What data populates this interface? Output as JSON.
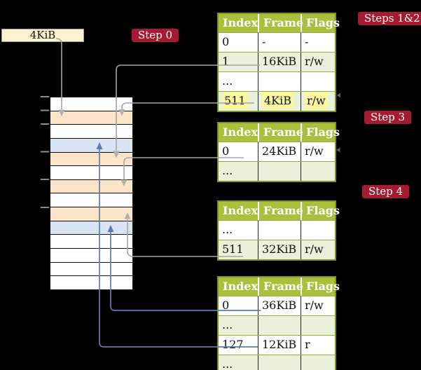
{
  "diagram": "multi-level page table translation",
  "labels": {
    "size_box": "4KiB",
    "step0": "Step 0",
    "steps12": "Steps 1&2",
    "step3": "Step 3",
    "step4": "Step 4"
  },
  "colors": {
    "background": "#000000",
    "table_header_green": "#a8c03c",
    "table_row_green": "#ebf0da",
    "table_border_olive": "#7f942f",
    "badge_crimson": "#a51c30",
    "frame_peach": "#fce4c8",
    "frame_blue": "#d8e4f2",
    "label_cream": "#fbf2d0",
    "highlight_yellow": "#fbf7a0",
    "connector_gray": "#a5a5a5",
    "connector_blue": "#5b7cae"
  },
  "memory_column": {
    "rows": [
      {
        "color": "white"
      },
      {
        "color": "peach"
      },
      {
        "color": "white"
      },
      {
        "color": "blue"
      },
      {
        "color": "peach"
      },
      {
        "color": "white"
      },
      {
        "color": "peach"
      },
      {
        "color": "white"
      },
      {
        "color": "peach"
      },
      {
        "color": "blue"
      },
      {
        "color": "white"
      },
      {
        "color": "white"
      },
      {
        "color": "white"
      },
      {
        "color": "white"
      }
    ]
  },
  "tables": [
    {
      "id": "table-steps-1-2",
      "headers": [
        "Index",
        "Frame",
        "Flags"
      ],
      "rows": [
        {
          "cells": [
            "0",
            "-",
            "-"
          ],
          "shaded": false,
          "highlight": false
        },
        {
          "cells": [
            "1",
            "16KiB",
            "r/w"
          ],
          "shaded": true,
          "highlight": false
        },
        {
          "cells": [
            "...",
            "",
            ""
          ],
          "shaded": false,
          "highlight": false
        },
        {
          "cells": [
            "511",
            "4KiB",
            "r/w"
          ],
          "shaded": true,
          "highlight": true
        }
      ]
    },
    {
      "id": "table-step-3",
      "headers": [
        "Index",
        "Frame",
        "Flags"
      ],
      "rows": [
        {
          "cells": [
            "0",
            "24KiB",
            "r/w"
          ],
          "shaded": false,
          "highlight": false
        },
        {
          "cells": [
            "...",
            "",
            ""
          ],
          "shaded": true,
          "highlight": false
        }
      ]
    },
    {
      "id": "table-step-4",
      "headers": [
        "Index",
        "Frame",
        "Flags"
      ],
      "rows": [
        {
          "cells": [
            "...",
            "",
            ""
          ],
          "shaded": false,
          "highlight": false
        },
        {
          "cells": [
            "511",
            "32KiB",
            "r/w"
          ],
          "shaded": true,
          "highlight": false
        }
      ]
    },
    {
      "id": "table-final",
      "headers": [
        "Index",
        "Frame",
        "Flags"
      ],
      "rows": [
        {
          "cells": [
            "0",
            "36KiB",
            "r/w"
          ],
          "shaded": false,
          "highlight": false
        },
        {
          "cells": [
            "...",
            "",
            ""
          ],
          "shaded": true,
          "highlight": false
        },
        {
          "cells": [
            "127",
            "12KiB",
            "r"
          ],
          "shaded": false,
          "highlight": false
        },
        {
          "cells": [
            "...",
            "",
            ""
          ],
          "shaded": true,
          "highlight": false
        }
      ]
    }
  ]
}
